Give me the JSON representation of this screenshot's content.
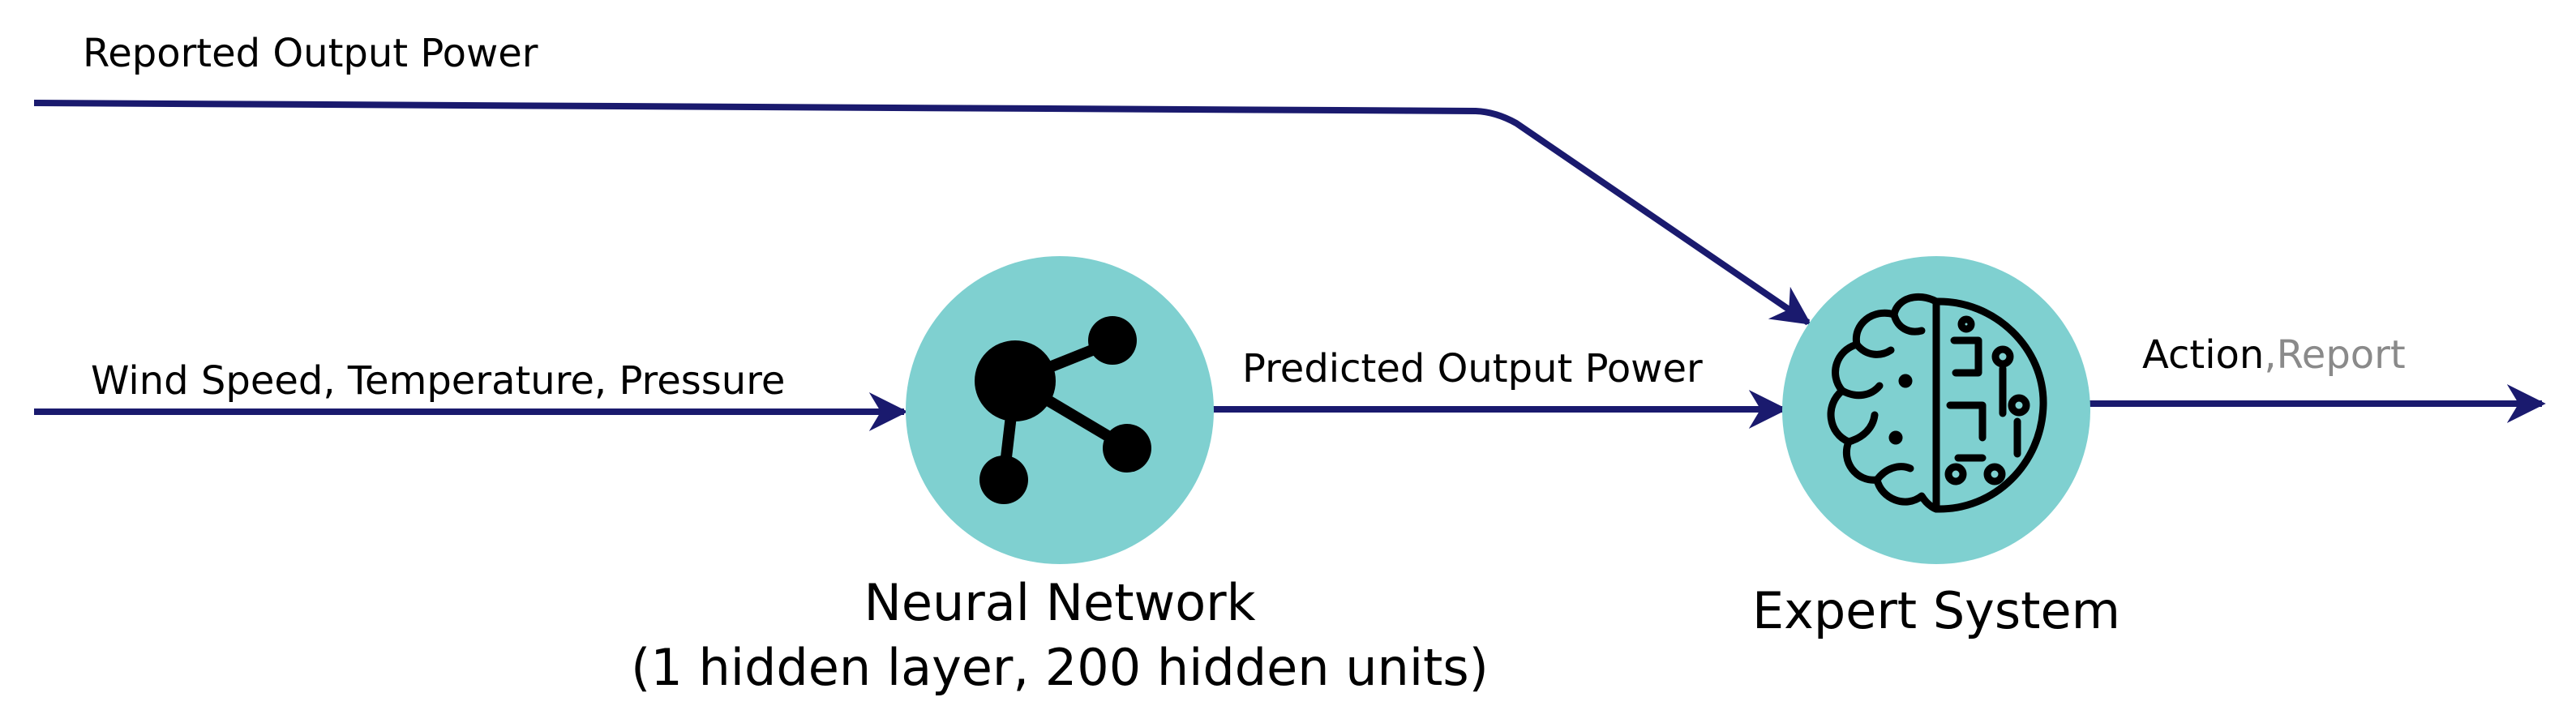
{
  "colors": {
    "arrow": "#1a1a6e",
    "node_fill": "#7fd0d0",
    "icon": "#000000",
    "muted_text": "#8a8a8a"
  },
  "edges": {
    "reported_output_power": "Reported Output Power",
    "inputs": "Wind Speed, Temperature, Pressure",
    "predicted_output_power": "Predicted Output Power",
    "output_action": "Action",
    "output_report": ",Report"
  },
  "nodes": {
    "neural_network": {
      "title": "Neural Network",
      "subtitle": "(1 hidden layer, 200 hidden units)",
      "icon": "network-share-icon"
    },
    "expert_system": {
      "title": "Expert System",
      "icon": "brain-circuit-icon"
    }
  }
}
